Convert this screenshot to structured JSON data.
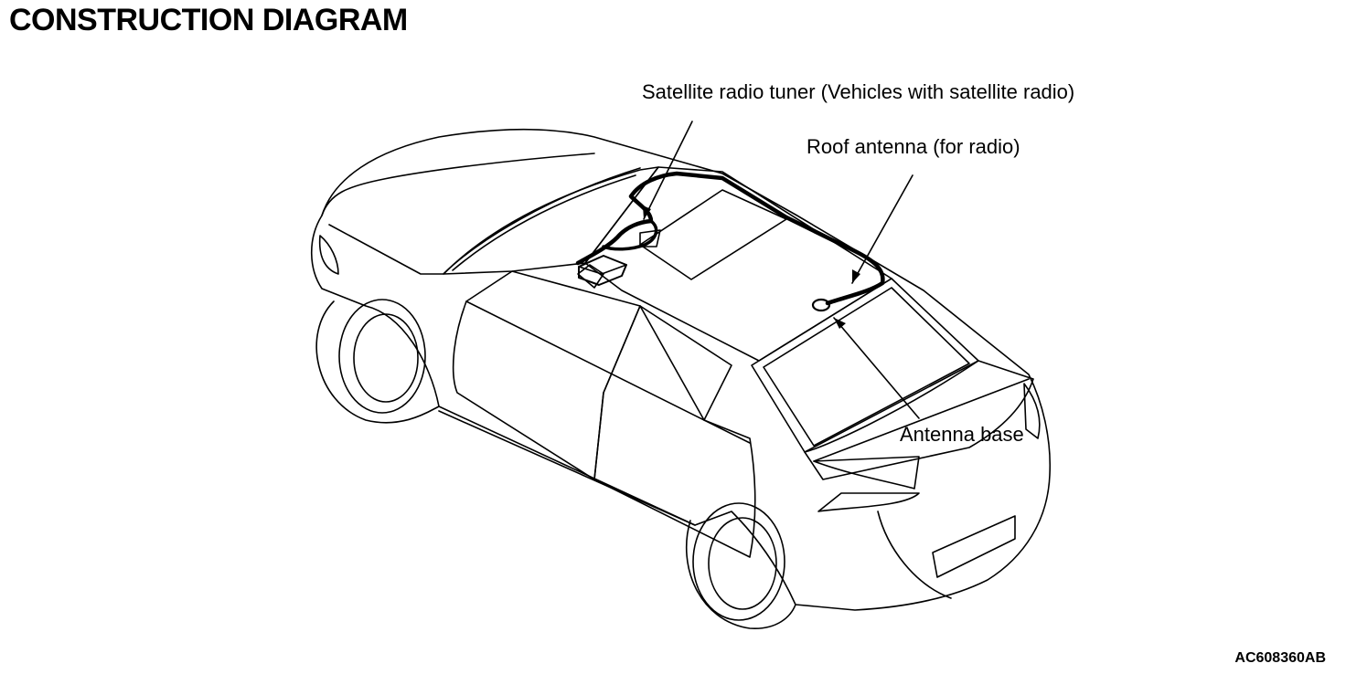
{
  "title": "CONSTRUCTION DIAGRAM",
  "labels": {
    "satellite_tuner": "Satellite radio tuner (Vehicles with satellite radio)",
    "roof_antenna": "Roof antenna (for radio)",
    "antenna_base": "Antenna base"
  },
  "figure_code": "AC608360AB"
}
